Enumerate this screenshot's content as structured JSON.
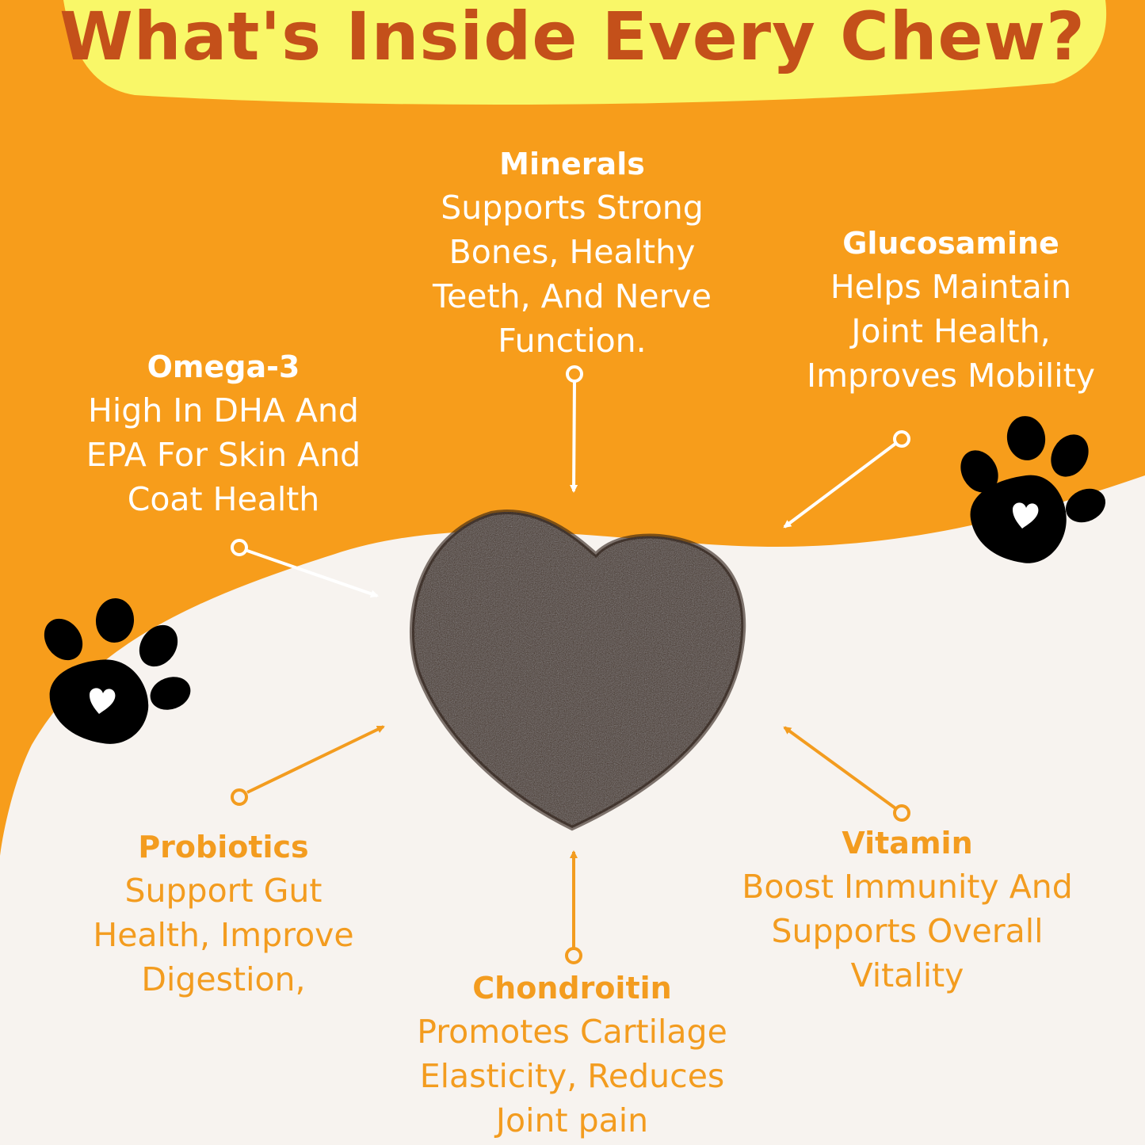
{
  "title": "What's Inside Every Chew?",
  "colors": {
    "title_text": "#c4501a",
    "title_banner": "#f9f768",
    "orange_background": "#f79d1b",
    "cream_background": "#f7f3ef",
    "light_label": "#ffffff",
    "orange_label": "#f39c1f",
    "chew": "#3f2a1e",
    "paw": "#000000"
  },
  "ingredients": {
    "minerals": {
      "name": "Minerals",
      "description": "Supports Strong\nBones, Healthy\nTeeth, And Nerve\nFunction."
    },
    "glucosamine": {
      "name": "Glucosamine",
      "description": "Helps Maintain\nJoint Health,\nImproves Mobility"
    },
    "omega": {
      "name": "Omega-3",
      "description": "High In DHA And\nEPA For Skin And\nCoat Health"
    },
    "probiotics": {
      "name": "Probiotics",
      "description": "Support Gut\nHealth, Improve\nDigestion,"
    },
    "chondroitin": {
      "name": "Chondroitin",
      "description": "Promotes Cartilage\nElasticity, Reduces\nJoint pain"
    },
    "vitamin": {
      "name": "Vitamin",
      "description": "Boost Immunity And\nSupports Overall\nVitality"
    }
  },
  "icons": [
    "paw-print-icon",
    "heart-chew-icon",
    "arrow-icon"
  ]
}
